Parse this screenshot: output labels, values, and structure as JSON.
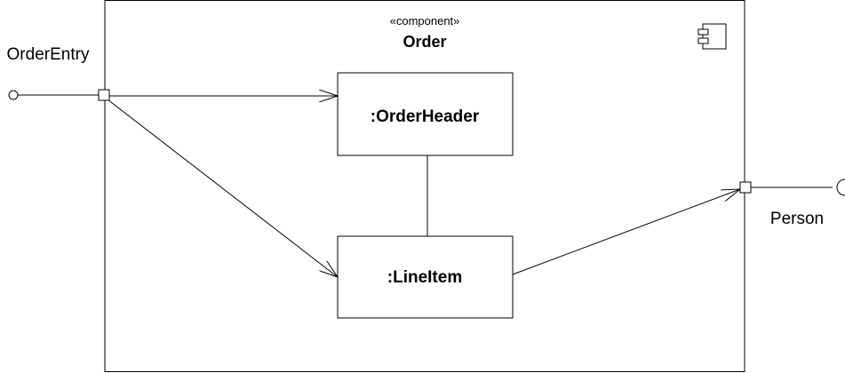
{
  "component": {
    "stereotype": "«component»",
    "name": "Order",
    "icon": "component-icon"
  },
  "parts": {
    "order_header": ":OrderHeader",
    "line_item": ":LineItem"
  },
  "ports": {
    "provided": "OrderEntry",
    "required": "Person"
  },
  "colors": {
    "stroke": "#000000",
    "background": "#ffffff"
  }
}
